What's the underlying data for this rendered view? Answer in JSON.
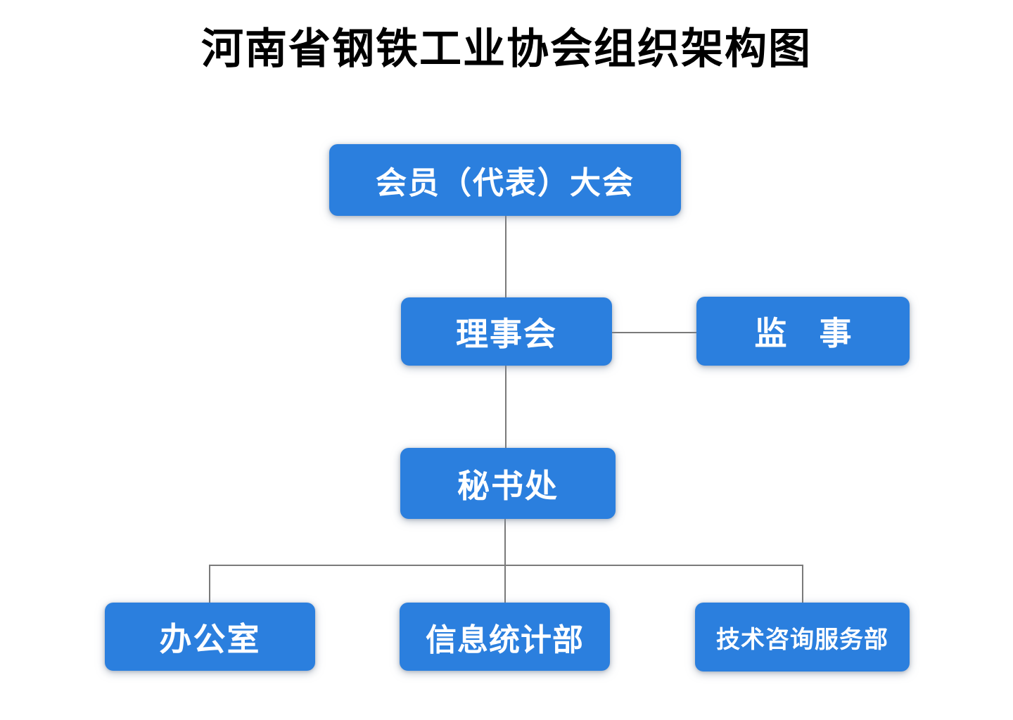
{
  "title": "河南省钢铁工业协会组织架构图",
  "nodes": {
    "assembly": {
      "label": "会员（代表）大会",
      "level": 1
    },
    "council": {
      "label": "理事会",
      "level": 2
    },
    "supervisor": {
      "label": "监　事",
      "level": 2
    },
    "secretariat": {
      "label": "秘书处",
      "level": 3
    },
    "office": {
      "label": "办公室",
      "level": 4
    },
    "info_stats": {
      "label": "信息统计部",
      "level": 4
    },
    "tech_service": {
      "label": "技术咨询服务部",
      "level": 4
    }
  },
  "edges": [
    {
      "from": "assembly",
      "to": "council"
    },
    {
      "from": "council",
      "to": "supervisor"
    },
    {
      "from": "council",
      "to": "secretariat"
    },
    {
      "from": "secretariat",
      "to": "office"
    },
    {
      "from": "secretariat",
      "to": "info_stats"
    },
    {
      "from": "secretariat",
      "to": "tech_service"
    }
  ],
  "colors": {
    "node_fill": "#2B7FDE",
    "node_text": "#FFFFFF",
    "connector": "#7A7A7A",
    "title_text": "#000000",
    "background": "#FFFFFF"
  }
}
